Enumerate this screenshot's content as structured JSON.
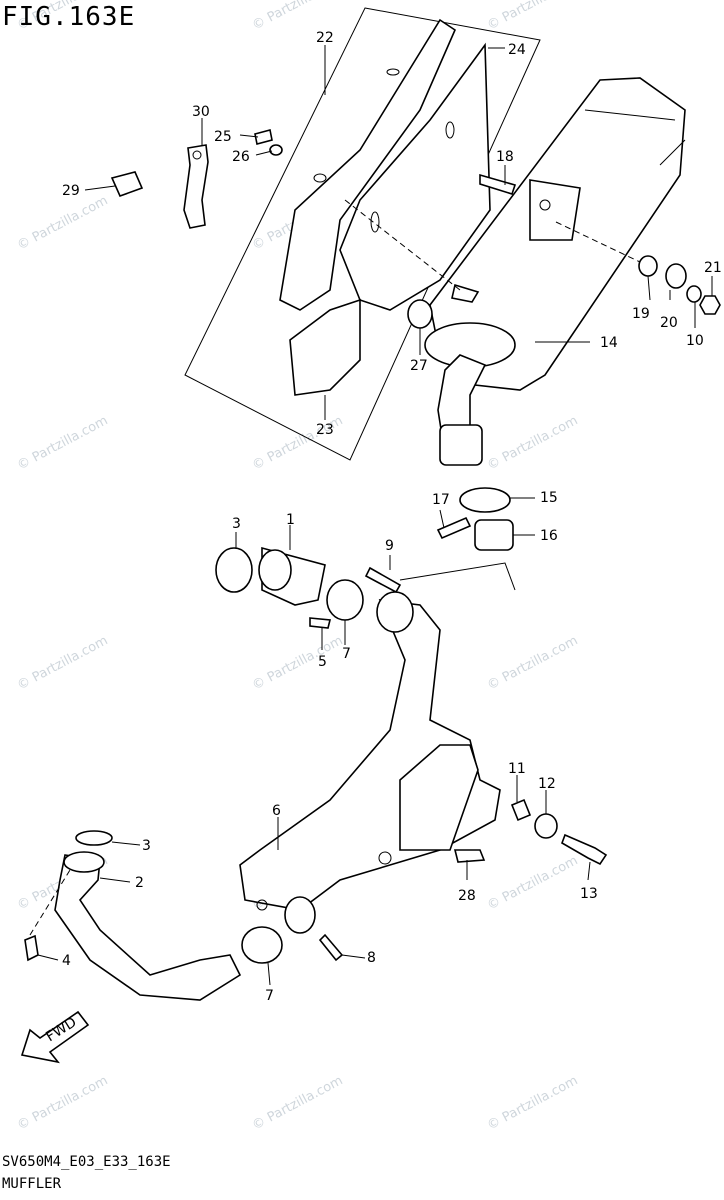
{
  "figure": {
    "title": "FIG.163E",
    "code": "SV650M4_E03_E33_163E",
    "name": "MUFFLER",
    "fwd_label": "FWD"
  },
  "watermark": "© Partzilla.com",
  "parts": [
    {
      "id": "22",
      "label": "22"
    },
    {
      "id": "24",
      "label": "24"
    },
    {
      "id": "30",
      "label": "30"
    },
    {
      "id": "25",
      "label": "25"
    },
    {
      "id": "26",
      "label": "26"
    },
    {
      "id": "29",
      "label": "29"
    },
    {
      "id": "18",
      "label": "18"
    },
    {
      "id": "21",
      "label": "21"
    },
    {
      "id": "19",
      "label": "19"
    },
    {
      "id": "20",
      "label": "20"
    },
    {
      "id": "10",
      "label": "10"
    },
    {
      "id": "27",
      "label": "27"
    },
    {
      "id": "14",
      "label": "14"
    },
    {
      "id": "23",
      "label": "23"
    },
    {
      "id": "17",
      "label": "17"
    },
    {
      "id": "15",
      "label": "15"
    },
    {
      "id": "16",
      "label": "16"
    },
    {
      "id": "3a",
      "label": "3"
    },
    {
      "id": "1",
      "label": "1"
    },
    {
      "id": "9",
      "label": "9"
    },
    {
      "id": "5",
      "label": "5"
    },
    {
      "id": "7a",
      "label": "7"
    },
    {
      "id": "11",
      "label": "11"
    },
    {
      "id": "12",
      "label": "12"
    },
    {
      "id": "6",
      "label": "6"
    },
    {
      "id": "3b",
      "label": "3"
    },
    {
      "id": "2",
      "label": "2"
    },
    {
      "id": "28",
      "label": "28"
    },
    {
      "id": "13",
      "label": "13"
    },
    {
      "id": "4",
      "label": "4"
    },
    {
      "id": "8",
      "label": "8"
    },
    {
      "id": "7b",
      "label": "7"
    }
  ]
}
